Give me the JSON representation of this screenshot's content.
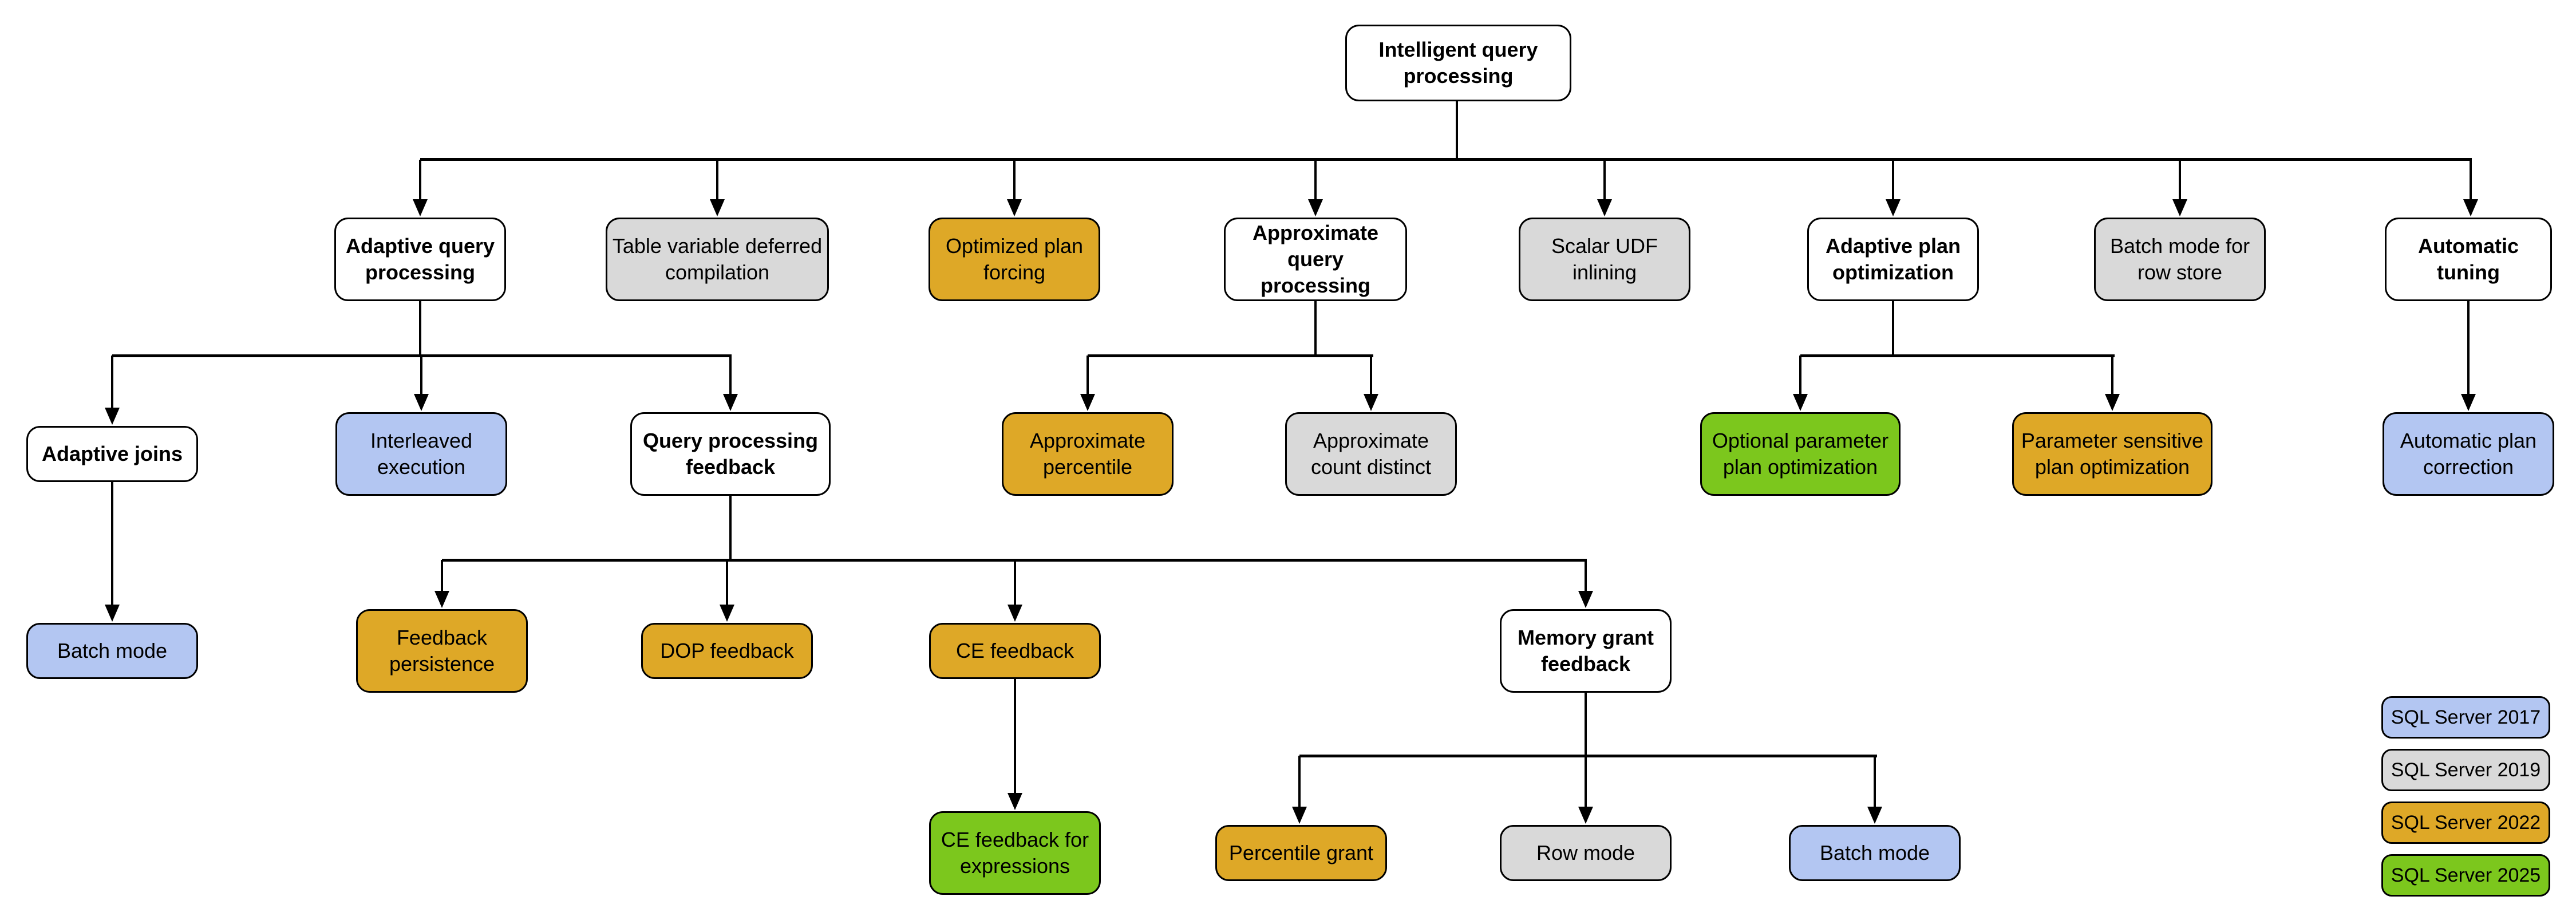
{
  "colors": {
    "category": "#FFFFFF",
    "sql2017": "#B3C6F2",
    "sql2019": "#D9D9D9",
    "sql2022": "#DEA827",
    "sql2025": "#7CC71D"
  },
  "nodes": [
    {
      "id": "intelligent-query-processing",
      "label": "Intelligent query processing",
      "version": "category",
      "parent": null
    },
    {
      "id": "adaptive-query-processing",
      "label": "Adaptive query processing",
      "version": "category",
      "parent": "intelligent-query-processing"
    },
    {
      "id": "table-variable-deferred-compilation",
      "label": "Table variable deferred compilation",
      "version": "sql2019",
      "parent": "intelligent-query-processing"
    },
    {
      "id": "optimized-plan-forcing",
      "label": "Optimized plan forcing",
      "version": "sql2022",
      "parent": "intelligent-query-processing"
    },
    {
      "id": "approximate-query-processing",
      "label": "Approximate query processing",
      "version": "category",
      "parent": "intelligent-query-processing"
    },
    {
      "id": "scalar-udf-inlining",
      "label": "Scalar UDF inlining",
      "version": "sql2019",
      "parent": "intelligent-query-processing"
    },
    {
      "id": "adaptive-plan-optimization",
      "label": "Adaptive plan optimization",
      "version": "category",
      "parent": "intelligent-query-processing"
    },
    {
      "id": "batch-mode-for-row-store",
      "label": "Batch mode for row store",
      "version": "sql2019",
      "parent": "intelligent-query-processing"
    },
    {
      "id": "automatic-tuning",
      "label": "Automatic tuning",
      "version": "category",
      "parent": "intelligent-query-processing"
    },
    {
      "id": "adaptive-joins",
      "label": "Adaptive joins",
      "version": "category",
      "parent": "adaptive-query-processing"
    },
    {
      "id": "interleaved-execution",
      "label": "Interleaved execution",
      "version": "sql2017",
      "parent": "adaptive-query-processing"
    },
    {
      "id": "query-processing-feedback",
      "label": "Query processing feedback",
      "version": "category",
      "parent": "adaptive-query-processing"
    },
    {
      "id": "approximate-percentile",
      "label": "Approximate percentile",
      "version": "sql2022",
      "parent": "approximate-query-processing"
    },
    {
      "id": "approximate-count-distinct",
      "label": "Approximate count distinct",
      "version": "sql2019",
      "parent": "approximate-query-processing"
    },
    {
      "id": "optional-parameter-plan-optimization",
      "label": "Optional parameter plan optimization",
      "version": "sql2025",
      "parent": "adaptive-plan-optimization"
    },
    {
      "id": "parameter-sensitive-plan-optimization",
      "label": "Parameter sensitive plan optimization",
      "version": "sql2022",
      "parent": "adaptive-plan-optimization"
    },
    {
      "id": "automatic-plan-correction",
      "label": "Automatic plan correction",
      "version": "sql2017",
      "parent": "automatic-tuning"
    },
    {
      "id": "batch-mode-adaptive-joins",
      "label": "Batch mode",
      "version": "sql2017",
      "parent": "adaptive-joins"
    },
    {
      "id": "feedback-persistence",
      "label": "Feedback persistence",
      "version": "sql2022",
      "parent": "query-processing-feedback"
    },
    {
      "id": "dop-feedback",
      "label": "DOP feedback",
      "version": "sql2022",
      "parent": "query-processing-feedback"
    },
    {
      "id": "ce-feedback",
      "label": "CE feedback",
      "version": "sql2022",
      "parent": "query-processing-feedback"
    },
    {
      "id": "memory-grant-feedback",
      "label": "Memory grant feedback",
      "version": "category",
      "parent": "query-processing-feedback"
    },
    {
      "id": "ce-feedback-for-expressions",
      "label": "CE feedback for expressions",
      "version": "sql2025",
      "parent": "ce-feedback"
    },
    {
      "id": "percentile-grant",
      "label": "Percentile grant",
      "version": "sql2022",
      "parent": "memory-grant-feedback"
    },
    {
      "id": "row-mode",
      "label": "Row mode",
      "version": "sql2019",
      "parent": "memory-grant-feedback"
    },
    {
      "id": "batch-mode-memory-grant",
      "label": "Batch mode",
      "version": "sql2017",
      "parent": "memory-grant-feedback"
    }
  ],
  "legend": {
    "items": [
      {
        "label": "SQL Server 2017",
        "version": "sql2017"
      },
      {
        "label": "SQL Server 2019",
        "version": "sql2019"
      },
      {
        "label": "SQL Server 2022",
        "version": "sql2022"
      },
      {
        "label": "SQL Server 2025",
        "version": "sql2025"
      }
    ]
  }
}
